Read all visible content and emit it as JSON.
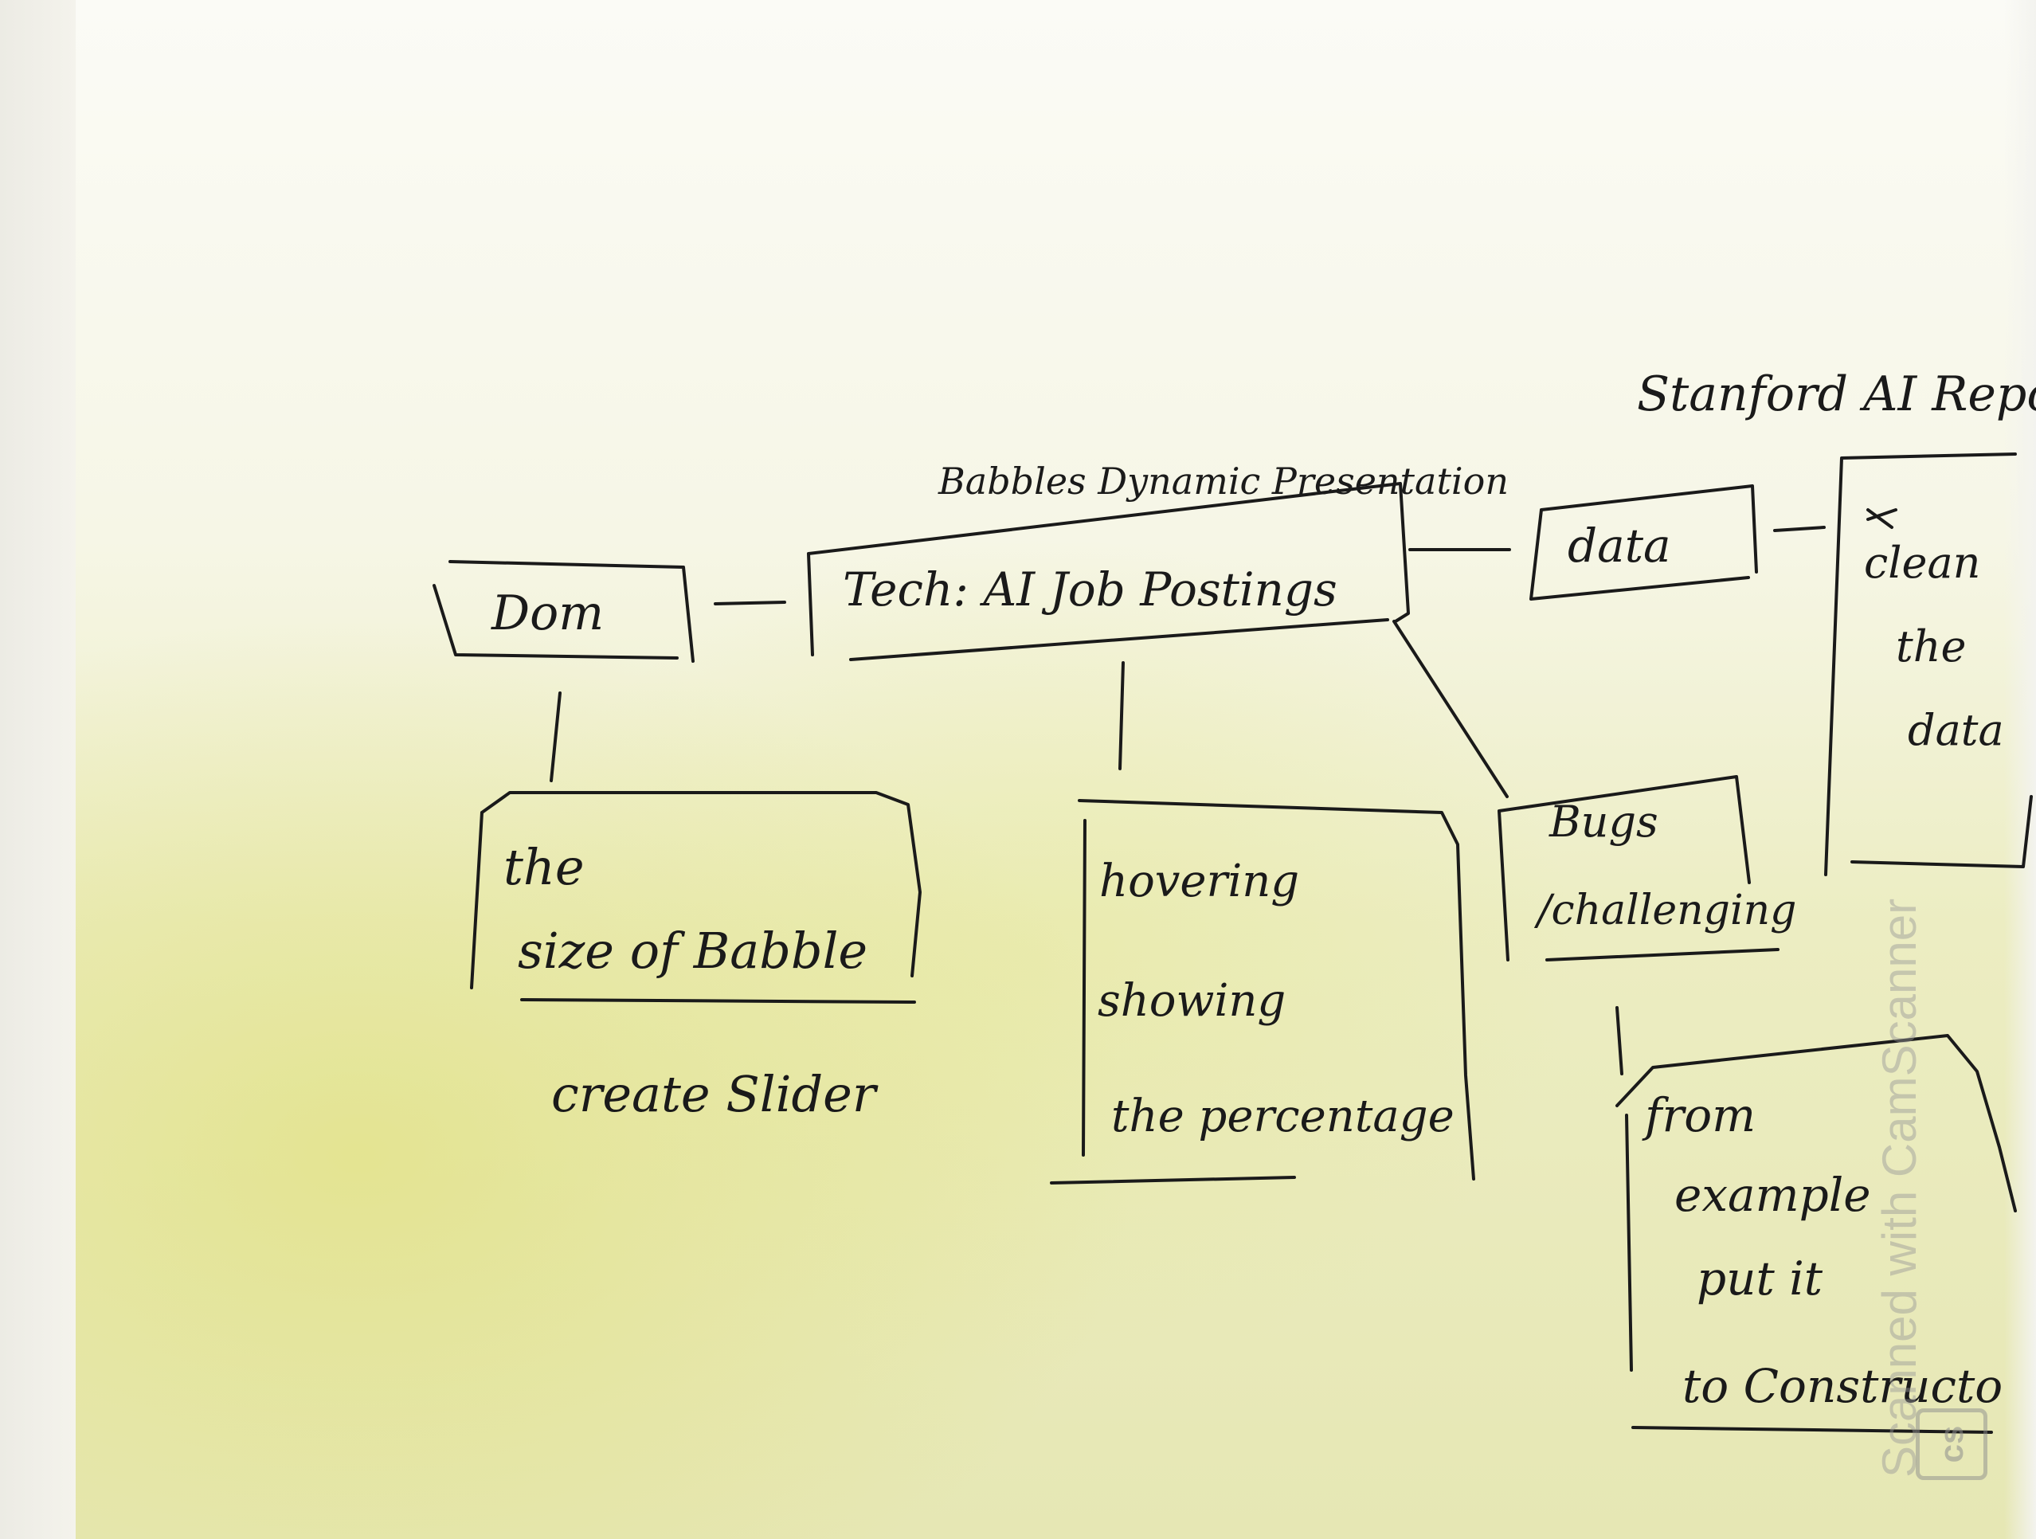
{
  "header": {
    "title": "Babbles Dynamic Presentation",
    "source": "Stanford AI Repor"
  },
  "nodes": {
    "dom": "Dom",
    "main": "Tech: AI Job Postings",
    "data": "data",
    "clean": [
      "clean",
      "the",
      "data"
    ],
    "size": [
      "the",
      "size of Babble"
    ],
    "slider": "create Slider",
    "hover": [
      "hovering",
      "showing",
      "the percentage"
    ],
    "bugs": [
      "Bugs",
      "/challenging"
    ],
    "example": [
      "from",
      "example",
      "put it",
      "to Constructo"
    ]
  },
  "watermark": {
    "badge": "cs",
    "text": "Scanned with CamScanner"
  },
  "colors": {
    "ink": "#1a1a1a",
    "paper": "#f6f6e6",
    "highlight": "#e6e7b4"
  }
}
